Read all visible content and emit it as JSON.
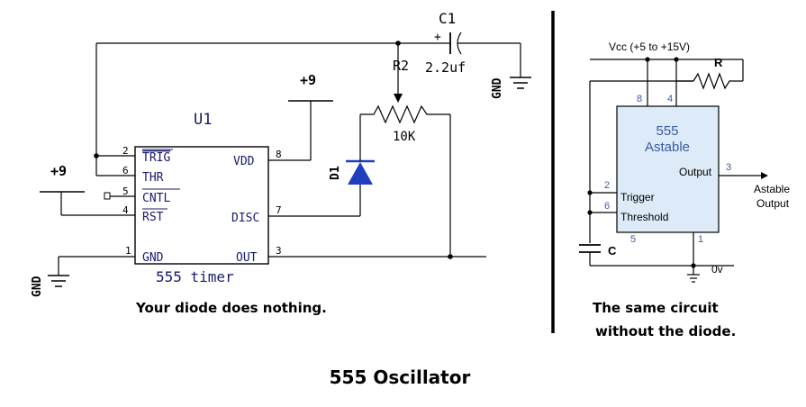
{
  "left_schematic": {
    "chip_name": "U1",
    "chip_caption": "555 timer",
    "pins": {
      "trig_num": "2",
      "trig": "TRIG",
      "thr_num": "6",
      "thr": "THR",
      "cntl_num": "5",
      "cntl": "CNTL",
      "rst_num": "4",
      "rst": "RST",
      "gnd_num": "1",
      "gnd": "GND",
      "vdd_num": "8",
      "vdd": "VDD",
      "disc_num": "7",
      "disc": "DISC",
      "out_num": "3",
      "out": "OUT"
    },
    "supply_top": "+9",
    "supply_left": "+9",
    "gnd_left": "GND",
    "gnd_right": "GND",
    "c1_name": "C1",
    "c1_value": "2.2uf",
    "c1_plus": "+",
    "r2_name": "R2",
    "r2_value": "10K",
    "d1_name": "D1",
    "caption": "Your diode does nothing."
  },
  "right_schematic": {
    "vcc_label": "Vcc (+5 to +15V)",
    "r_label": "R",
    "c_label": "C",
    "chip_line1": "555",
    "chip_line2": "Astable",
    "output_pin_label": "Output",
    "trigger_label": "Trigger",
    "threshold_label": "Threshold",
    "pin8": "8",
    "pin4": "4",
    "pin2": "2",
    "pin6": "6",
    "pin5": "5",
    "pin1": "1",
    "pin3": "3",
    "zero_v": "0v",
    "ext_output_line1": "Astable",
    "ext_output_line2": "Output",
    "caption_line1": "The same circuit",
    "caption_line2": "without the diode."
  },
  "title": "555 Oscillator",
  "colors": {
    "chip_fill_right": "#dcebf7",
    "diode": "#1f3fbf",
    "pin_blue": "#3a5aa0"
  }
}
